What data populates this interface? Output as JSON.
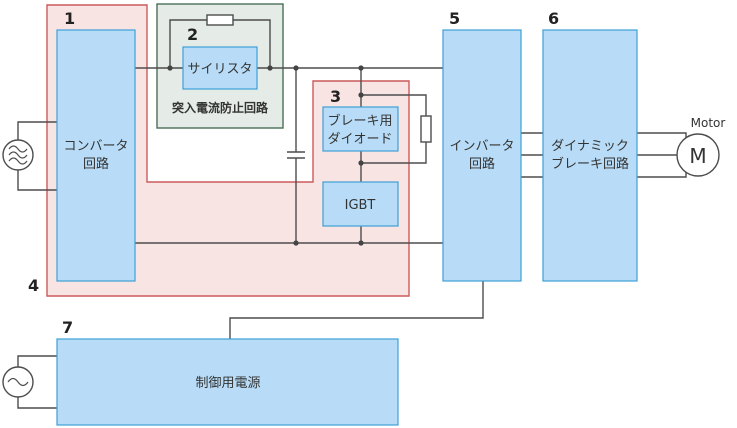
{
  "numbers": {
    "n1": "1",
    "n2": "2",
    "n3": "3",
    "n4": "4",
    "n5": "5",
    "n6": "6",
    "n7": "7"
  },
  "blocks": {
    "converter": [
      "コンバータ",
      "回路"
    ],
    "thyristor": "サイリスタ",
    "inrush": "突入電流防止回路",
    "brake_diode": [
      "ブレーキ用",
      "ダイオード"
    ],
    "igbt": "IGBT",
    "inverter": [
      "インバータ",
      "回路"
    ],
    "dynamic_brake": [
      "ダイナミック",
      "ブレーキ回路"
    ],
    "control_power": "制御用電源"
  },
  "motor": {
    "label": "Motor",
    "symbol": "M"
  },
  "colors": {
    "block_fill": "#b8dcf7",
    "block_stroke": "#3e9fd8",
    "red_zone_fill": "#f9e4e4",
    "red_zone_stroke": "#cc5a5a",
    "green_zone_fill": "#e5ebe6",
    "green_zone_stroke": "#4a6e58",
    "wire": "#4d4d4d"
  }
}
